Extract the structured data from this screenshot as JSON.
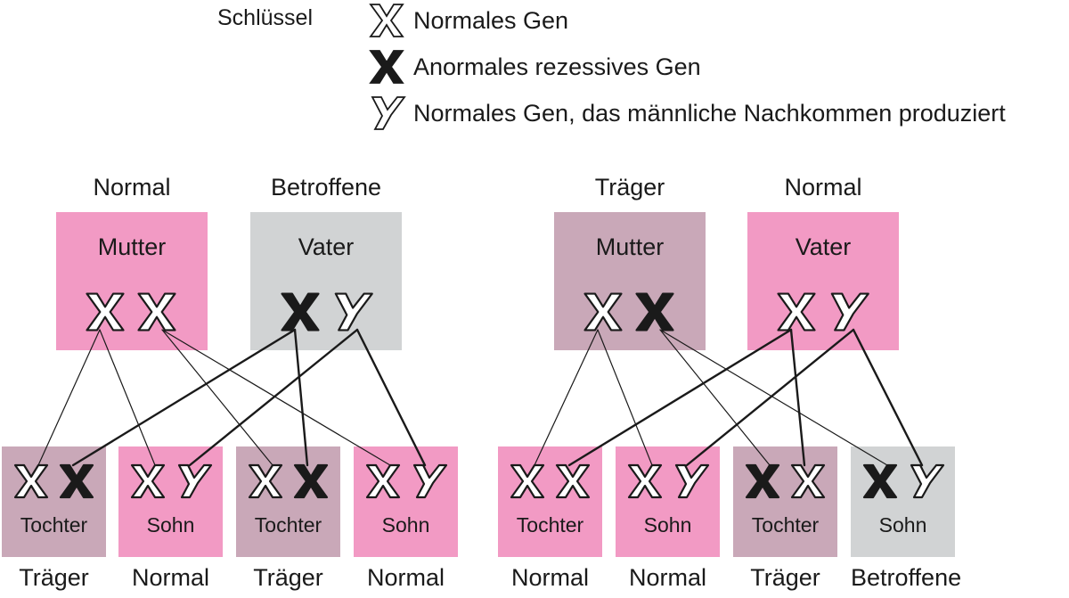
{
  "legend": {
    "title": "Schlüssel",
    "items": [
      {
        "symbol": "X",
        "style": "outline",
        "label": "Normales Gen"
      },
      {
        "symbol": "X",
        "style": "solid",
        "label": "Anormales rezessives Gen"
      },
      {
        "symbol": "Y",
        "style": "outline",
        "label": "Normales Gen, das männliche Nachkommen produziert"
      }
    ]
  },
  "colors": {
    "pink": "#f29ac4",
    "grey": "#d1d3d4",
    "mauve": "#c9a8b8",
    "ink": "#1a1a1a"
  },
  "left": {
    "mother": {
      "status": "Normal",
      "role": "Mutter",
      "genes": [
        "X",
        "X"
      ],
      "abnormal": [
        false,
        false
      ]
    },
    "father": {
      "status": "Betroffene",
      "role": "Vater",
      "genes": [
        "X",
        "Y"
      ],
      "abnormal": [
        true,
        false
      ]
    },
    "children": [
      {
        "role": "Tochter",
        "genes": [
          "X",
          "X"
        ],
        "abnormal": [
          false,
          true
        ],
        "status": "Träger"
      },
      {
        "role": "Sohn",
        "genes": [
          "X",
          "Y"
        ],
        "abnormal": [
          false,
          false
        ],
        "status": "Normal"
      },
      {
        "role": "Tochter",
        "genes": [
          "X",
          "X"
        ],
        "abnormal": [
          false,
          true
        ],
        "status": "Träger"
      },
      {
        "role": "Sohn",
        "genes": [
          "X",
          "Y"
        ],
        "abnormal": [
          false,
          false
        ],
        "status": "Normal"
      }
    ]
  },
  "right": {
    "mother": {
      "status": "Träger",
      "role": "Mutter",
      "genes": [
        "X",
        "X"
      ],
      "abnormal": [
        false,
        true
      ]
    },
    "father": {
      "status": "Normal",
      "role": "Vater",
      "genes": [
        "X",
        "Y"
      ],
      "abnormal": [
        false,
        false
      ]
    },
    "children": [
      {
        "role": "Tochter",
        "genes": [
          "X",
          "X"
        ],
        "abnormal": [
          false,
          false
        ],
        "status": "Normal"
      },
      {
        "role": "Sohn",
        "genes": [
          "X",
          "Y"
        ],
        "abnormal": [
          false,
          false
        ],
        "status": "Normal"
      },
      {
        "role": "Tochter",
        "genes": [
          "X",
          "X"
        ],
        "abnormal": [
          true,
          false
        ],
        "status": "Träger"
      },
      {
        "role": "Sohn",
        "genes": [
          "X",
          "Y"
        ],
        "abnormal": [
          true,
          false
        ],
        "status": "Betroffene"
      }
    ]
  }
}
